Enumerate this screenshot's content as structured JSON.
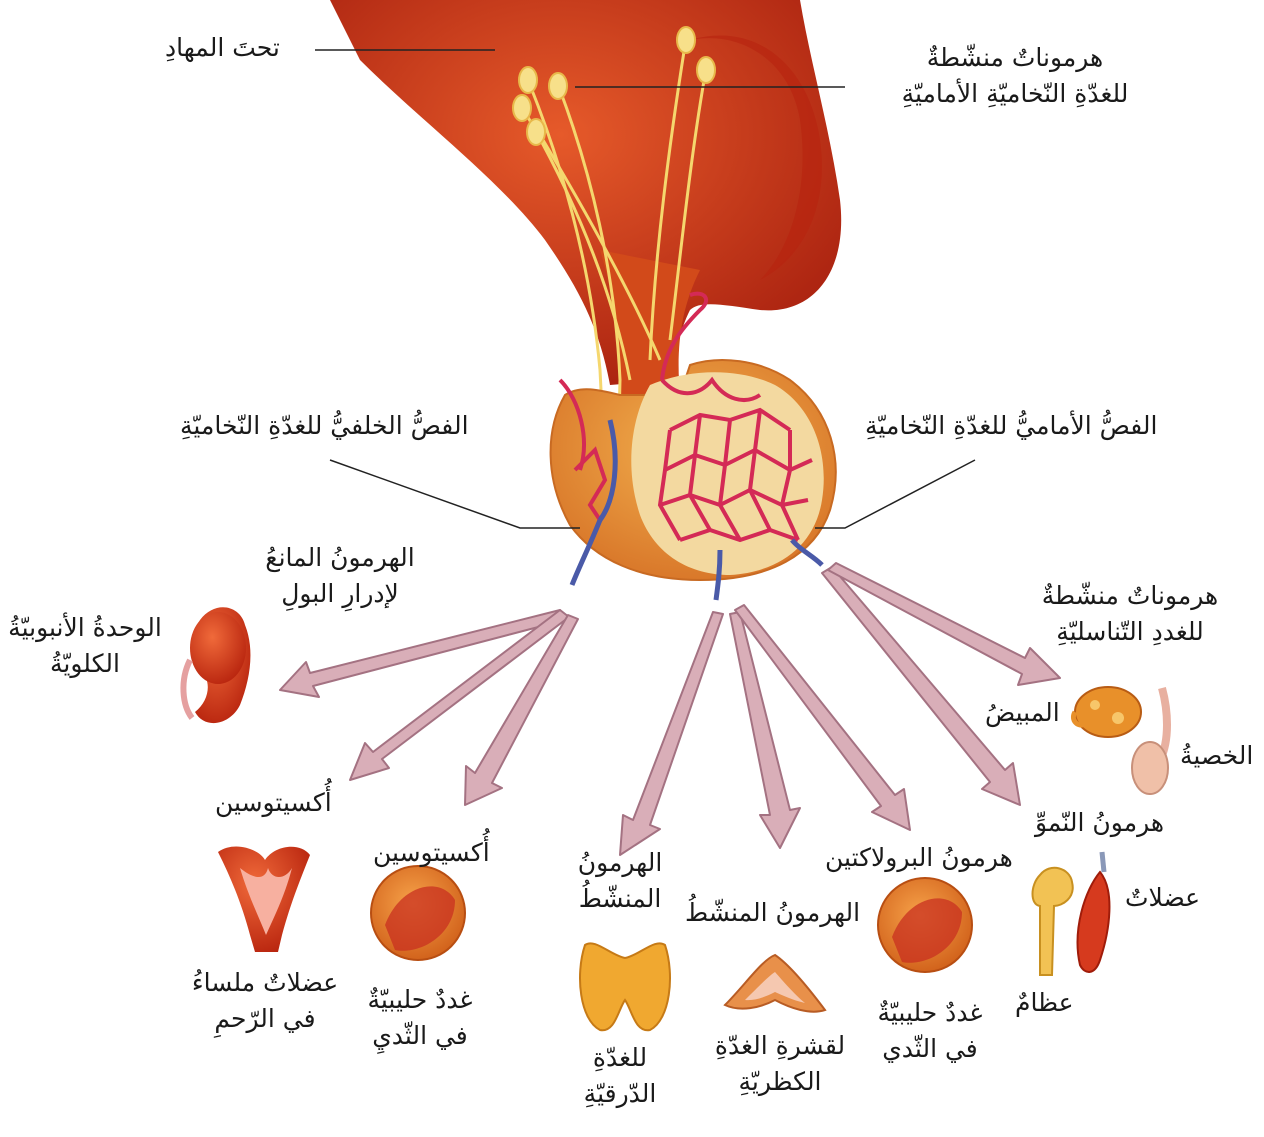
{
  "labels": {
    "hypothalamus": "تحتَ المهادِ",
    "releasing_hormones": [
      "هرموناتٌ منشّطةٌ",
      "للغدّةِ النّخاميّةِ الأماميّةِ"
    ],
    "posterior_lobe": "الفصُّ الخلفيُّ للغدّةِ النّخاميّةِ",
    "anterior_lobe": "الفصُّ الأماميُّ للغدّةِ النّخاميّةِ",
    "adh": [
      "الهرمونُ المانعُ",
      "لإدرارِ البولِ"
    ],
    "nephron": [
      "الوحدةُ الأنبوبيّةُ",
      "الكلويّةُ"
    ],
    "gonadotropins": [
      "هرموناتٌ منشّطةٌ",
      "للغددِ التّناسليّةِ"
    ],
    "ovary": "المبيضُ",
    "testis": "الخصيةُ",
    "oxytocin_1": "أُكسيتوسين",
    "uterus": [
      "عضلاتٌ ملساءُ",
      "في الرّحمِ"
    ],
    "oxytocin_2": "أُكسيتوسين",
    "mammary_1": [
      "غددٌ حليبيّةٌ",
      "في الثّديِ"
    ],
    "tsh": [
      "الهرمونُ",
      "المنشّطُ"
    ],
    "thyroid": [
      "للغدّةِ",
      "الدّرقيّةِ"
    ],
    "acth": "الهرمونُ المنشّطُ",
    "adrenal": [
      "لقشرةِ الغدّةِ",
      "الكظريّةِ"
    ],
    "prolactin": "هرمونُ البرولاكتين",
    "mammary_2": [
      "غددٌ حليبيّةٌ",
      "في الثّدي"
    ],
    "growth_hormone": "هرمونُ النّموِّ",
    "muscles": "عضلاتٌ",
    "bones": "عظامٌ"
  },
  "colors": {
    "brain": "#c8321a",
    "stalk": "#e0641e",
    "gland": "#e89a3c",
    "anterior_tissue": "#f3d9a0",
    "vessel_red": "#d42a56",
    "vessel_blue": "#4a5aa8",
    "neuron": "#f5d76e",
    "arrow_fill": "#d9aeb8",
    "arrow_stroke": "#a47282",
    "organ_red": "#d63a1e",
    "organ_orange": "#e9862a",
    "thyroid": "#f0a830",
    "bone": "#f2c254",
    "line": "#222222"
  }
}
